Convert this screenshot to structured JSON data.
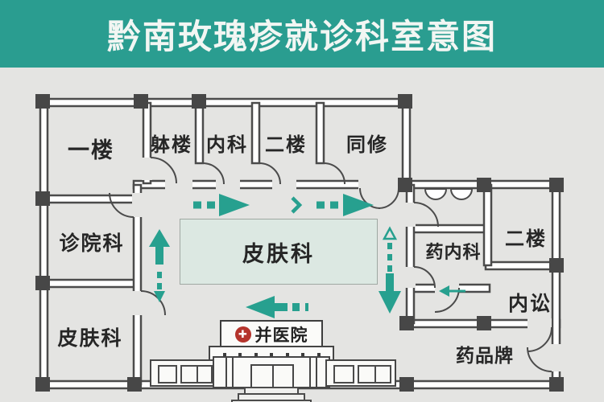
{
  "header": {
    "title": "黔南玫瑰疹就诊科室意图",
    "bg_color": "#2a9d90",
    "text_color": "#f2f6f3"
  },
  "floorplan": {
    "rooms": [
      {
        "id": "first-floor",
        "label": "一楼"
      },
      {
        "id": "ti-lou",
        "label": "躰楼"
      },
      {
        "id": "internal-medicine",
        "label": "内科"
      },
      {
        "id": "second-floor-top",
        "label": "二楼"
      },
      {
        "id": "tong-xiu",
        "label": "同修"
      },
      {
        "id": "clinic-dept",
        "label": "诊院科"
      },
      {
        "id": "dermatology-left",
        "label": "皮肤科"
      },
      {
        "id": "dermatology-center",
        "label": "皮肤科"
      },
      {
        "id": "pharmacy-internal",
        "label": "药内科"
      },
      {
        "id": "second-floor-right",
        "label": "二楼"
      },
      {
        "id": "nei-song",
        "label": "内讼"
      },
      {
        "id": "drug-store",
        "label": "药品牌"
      }
    ],
    "entrance_sign": {
      "label": "并医院",
      "icon": "red-cross-icon"
    },
    "arrows": [
      {
        "id": "corridor-top-left",
        "direction": "right",
        "style": "dashed-tail"
      },
      {
        "id": "corridor-top-chevron",
        "direction": "right",
        "style": "chevron"
      },
      {
        "id": "corridor-top-right",
        "direction": "right",
        "style": "dashed-tail"
      },
      {
        "id": "corridor-left-vertical",
        "direction": "up-down",
        "style": "solid-up-dashed-down"
      },
      {
        "id": "corridor-right-vertical",
        "direction": "up-down",
        "style": "dashed-up-solid-down"
      },
      {
        "id": "corridor-bottom",
        "direction": "left",
        "style": "dashed-tail"
      },
      {
        "id": "pharmacy-door-arrow",
        "direction": "left",
        "style": "thin"
      }
    ],
    "colors": {
      "wall": "#4b4b4b",
      "background": "#e4e4e2",
      "arrow": "#27a08f",
      "highlight_fill": "#dce8e2",
      "highlight_border": "#9fa8a2",
      "cross_red": "#b5342c"
    }
  }
}
